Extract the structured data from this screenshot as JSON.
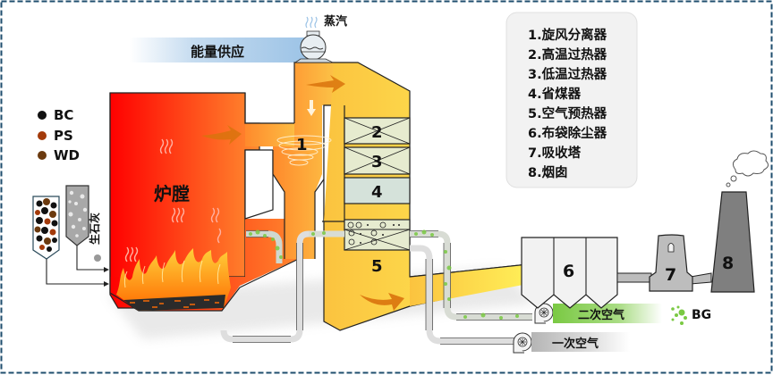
{
  "diagram": {
    "title": "循环流化床锅炉工艺流程示意图",
    "furnace_label": "炉膛",
    "energy_supply_label": "能量供应",
    "steam_label": "蒸汽",
    "quicklime_label": "生石灰",
    "primary_air_label": "一次空气",
    "secondary_air_label": "二次空气",
    "fuel_legend": [
      {
        "code": "BC",
        "color": "#111111"
      },
      {
        "code": "PS",
        "color": "#a33a0a"
      },
      {
        "code": "WD",
        "color": "#6b3a0f"
      }
    ],
    "bg_legend": {
      "code": "BG",
      "color": "#7ac943"
    },
    "unit_numbers": {
      "cyclone": "1",
      "high_temp_superheater": "2",
      "low_temp_superheater": "3",
      "economizer": "4",
      "air_preheater": "5",
      "bag_filter": "6",
      "absorber_tower": "7",
      "chimney": "8"
    },
    "component_legend": [
      "1.旋风分离器",
      "2.高温过热器",
      "3.低温过热器",
      "4.省煤器",
      "5.空气预热器",
      "6.布袋除尘器",
      "7.吸收塔",
      "8.烟囱"
    ],
    "colors": {
      "furnace_start": "#ff0000",
      "furnace_end": "#ff8c30",
      "duct_orange": "#f9a83a",
      "duct_yellow": "#ffe44d",
      "flow_arrow": "#d9730d",
      "hx_fill": "#e6ebcf",
      "economizer_fill": "#d5e2da",
      "filter_fill": "#f2f2f2",
      "tower_fill": "#bdbdbd",
      "chimney_fill": "#7f7f7f",
      "energy_band": "#9cc3e6",
      "secondary_air_band": "#7ac943",
      "primary_air_band": "#c8c8c8",
      "border_dash": "#1f4e6e"
    }
  }
}
